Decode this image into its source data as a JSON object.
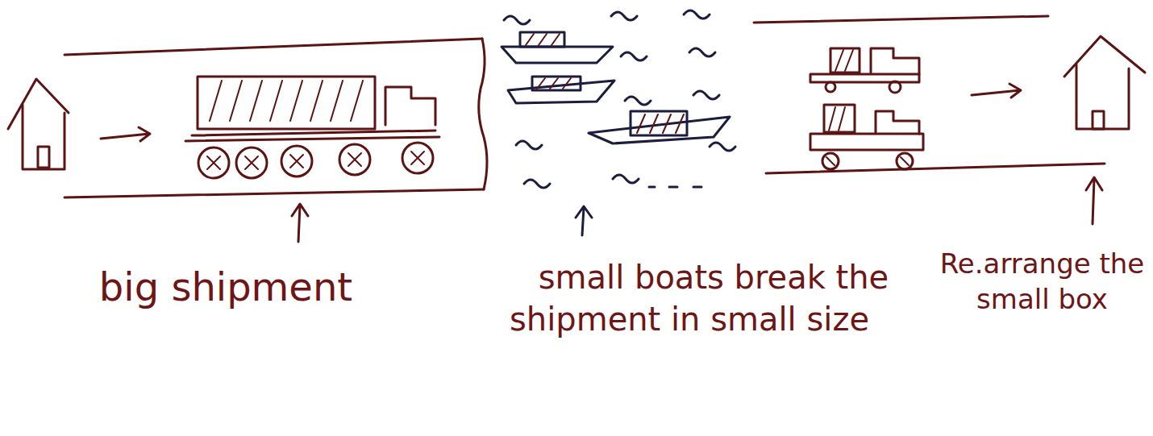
{
  "diagram": {
    "labels": [
      "big shipment",
      "small boats break the shipment in small size",
      "Re.arrange the small box"
    ]
  }
}
